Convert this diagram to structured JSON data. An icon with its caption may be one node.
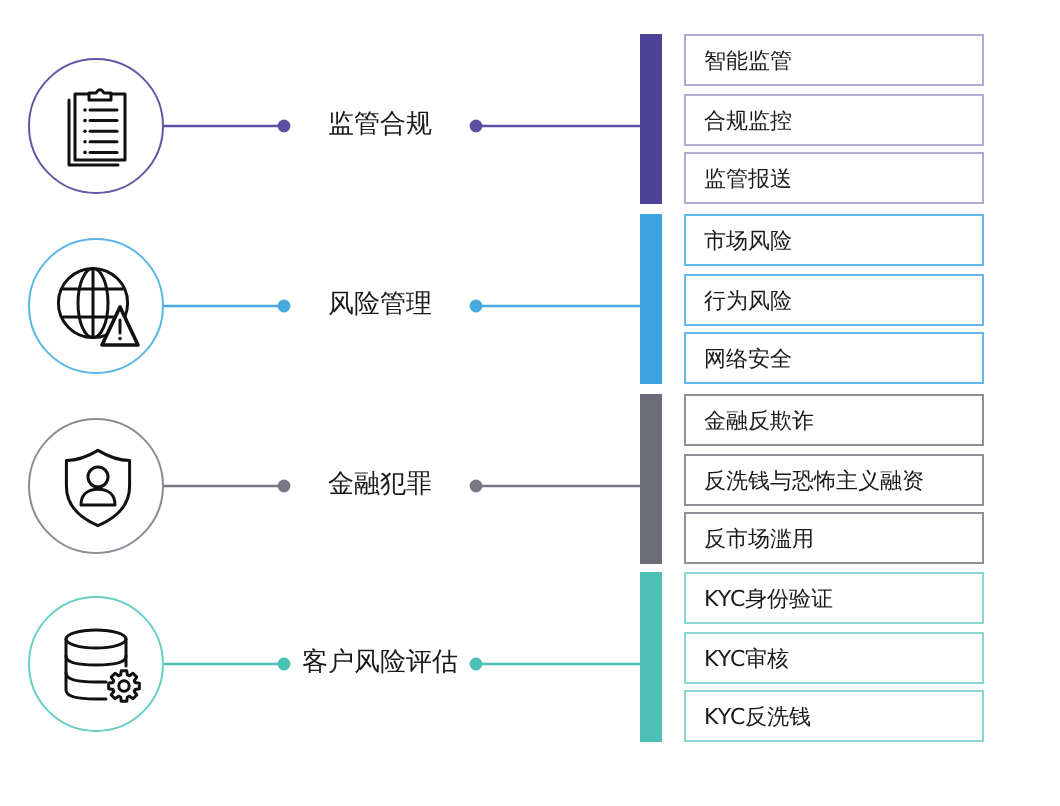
{
  "diagram": {
    "nodes": [
      {
        "text": [],
        "shape": "circle"
      },
      {
        "text": [
          "监管合规"
        ]
      },
      {
        "text": [],
        "shape": "bar"
      },
      {
        "text": [
          "智能监管"
        ]
      },
      {
        "text": [
          "合规监控"
        ]
      },
      {
        "text": [
          "监管报送"
        ]
      },
      {
        "text": [],
        "shape": "circle"
      },
      {
        "text": [
          "风险管理"
        ]
      },
      {
        "text": [],
        "shape": "bar"
      },
      {
        "text": [
          "市场风险"
        ]
      },
      {
        "text": [
          "行为风险"
        ]
      },
      {
        "text": [
          "网络安全"
        ]
      },
      {
        "text": [],
        "shape": "circle"
      },
      {
        "text": [
          "金融犯罪"
        ]
      },
      {
        "text": [],
        "shape": "bar"
      },
      {
        "text": [
          "金融反欺诈"
        ]
      },
      {
        "text": [
          "反洗钱与恐怖主义融资"
        ]
      },
      {
        "text": [
          "反市场滥用"
        ]
      },
      {
        "text": [],
        "shape": "circle"
      },
      {
        "text": [
          "客户风险评估"
        ]
      },
      {
        "text": [],
        "shape": "bar"
      },
      {
        "text": [
          "KYC身份验证"
        ]
      },
      {
        "text": [
          "KYC审核"
        ]
      },
      {
        "text": [
          "KYC反洗钱"
        ]
      }
    ],
    "edges": [
      {
        "from": 0,
        "to": 1,
        "arrow": "other",
        "color": "#5c50a2"
      },
      {
        "from": 2,
        "to": 1,
        "arrow": "other",
        "color": "#5c50a2"
      },
      {
        "from": 6,
        "to": 7,
        "arrow": "other",
        "color": "#47a9de"
      },
      {
        "from": 8,
        "to": 7,
        "arrow": "other",
        "color": "#47a9de"
      },
      {
        "from": 12,
        "to": 13,
        "arrow": "other",
        "color": "#777784"
      },
      {
        "from": 14,
        "to": 13,
        "arrow": "other",
        "color": "#777784"
      },
      {
        "from": 18,
        "to": 19,
        "arrow": "other",
        "color": "#4dc1b8"
      },
      {
        "from": 20,
        "to": 19,
        "arrow": "other",
        "color": "#4dc1b8"
      }
    ]
  }
}
